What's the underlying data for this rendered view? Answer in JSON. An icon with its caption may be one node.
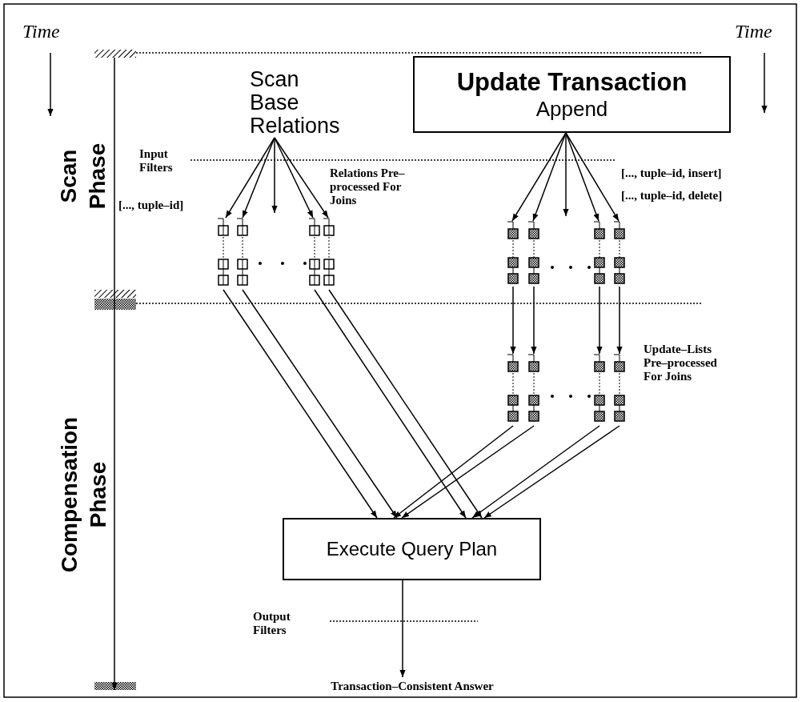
{
  "diagram": {
    "nodes": [
      {
        "text": [
          "Scan Base Relations"
        ]
      },
      {
        "text": [
          "Update Transaction",
          "Append"
        ]
      },
      {
        "text": [],
        "shape": "box"
      },
      {
        "text": [],
        "shape": "box"
      },
      {
        "text": [],
        "shape": "box"
      },
      {
        "text": [],
        "shape": "box"
      },
      {
        "text": [],
        "shape": "box"
      },
      {
        "text": [],
        "shape": "box"
      },
      {
        "text": [],
        "shape": "box"
      },
      {
        "text": [],
        "shape": "box"
      },
      {
        "text": [],
        "shape": "box"
      },
      {
        "text": [],
        "shape": "box"
      },
      {
        "text": [],
        "shape": "box"
      },
      {
        "text": [],
        "shape": "box"
      },
      {
        "text": [
          "Execute Query Plan"
        ]
      },
      {
        "text": [
          "Transaction–Consistent Answer"
        ]
      }
    ],
    "edges": [
      {
        "from": 0,
        "to": 2,
        "arrow": "to"
      },
      {
        "from": 0,
        "to": 3,
        "arrow": "to"
      },
      {
        "from": 0,
        "to": null,
        "arrow": "to"
      },
      {
        "from": 0,
        "to": 4,
        "arrow": "to"
      },
      {
        "from": 0,
        "to": 5,
        "arrow": "to"
      },
      {
        "from": 1,
        "to": 6,
        "arrow": "to"
      },
      {
        "from": 1,
        "to": 7,
        "arrow": "to"
      },
      {
        "from": 1,
        "to": null,
        "arrow": "to"
      },
      {
        "from": 1,
        "to": 8,
        "arrow": "to"
      },
      {
        "from": 1,
        "to": 9,
        "arrow": "to"
      },
      {
        "from": 6,
        "to": 10,
        "arrow": "to"
      },
      {
        "from": 7,
        "to": 11,
        "arrow": "to"
      },
      {
        "from": 8,
        "to": 12,
        "arrow": "to"
      },
      {
        "from": 9,
        "to": 13,
        "arrow": "to"
      },
      {
        "from": 2,
        "to": 14,
        "arrow": "to"
      },
      {
        "from": 3,
        "to": 14,
        "arrow": "to"
      },
      {
        "from": 4,
        "to": 14,
        "arrow": "to"
      },
      {
        "from": 5,
        "to": 14,
        "arrow": "to"
      },
      {
        "from": 10,
        "to": 14,
        "arrow": "to"
      },
      {
        "from": 11,
        "to": 14,
        "arrow": "to"
      },
      {
        "from": 12,
        "to": 14,
        "arrow": "to"
      },
      {
        "from": 13,
        "to": 14,
        "arrow": "to"
      },
      {
        "from": 14,
        "to": 15,
        "arrow": "to"
      }
    ],
    "labels": [
      "Time",
      "Time",
      "Scan Phase",
      "Compensation Phase",
      "Input Filters",
      "[..., tuple–id]",
      "Relations Pre–processed For Joins",
      "[..., tuple–id, insert]",
      "[..., tuple–id, delete]",
      "Update–Lists Pre–processed For Joins",
      "Output Filters"
    ]
  }
}
